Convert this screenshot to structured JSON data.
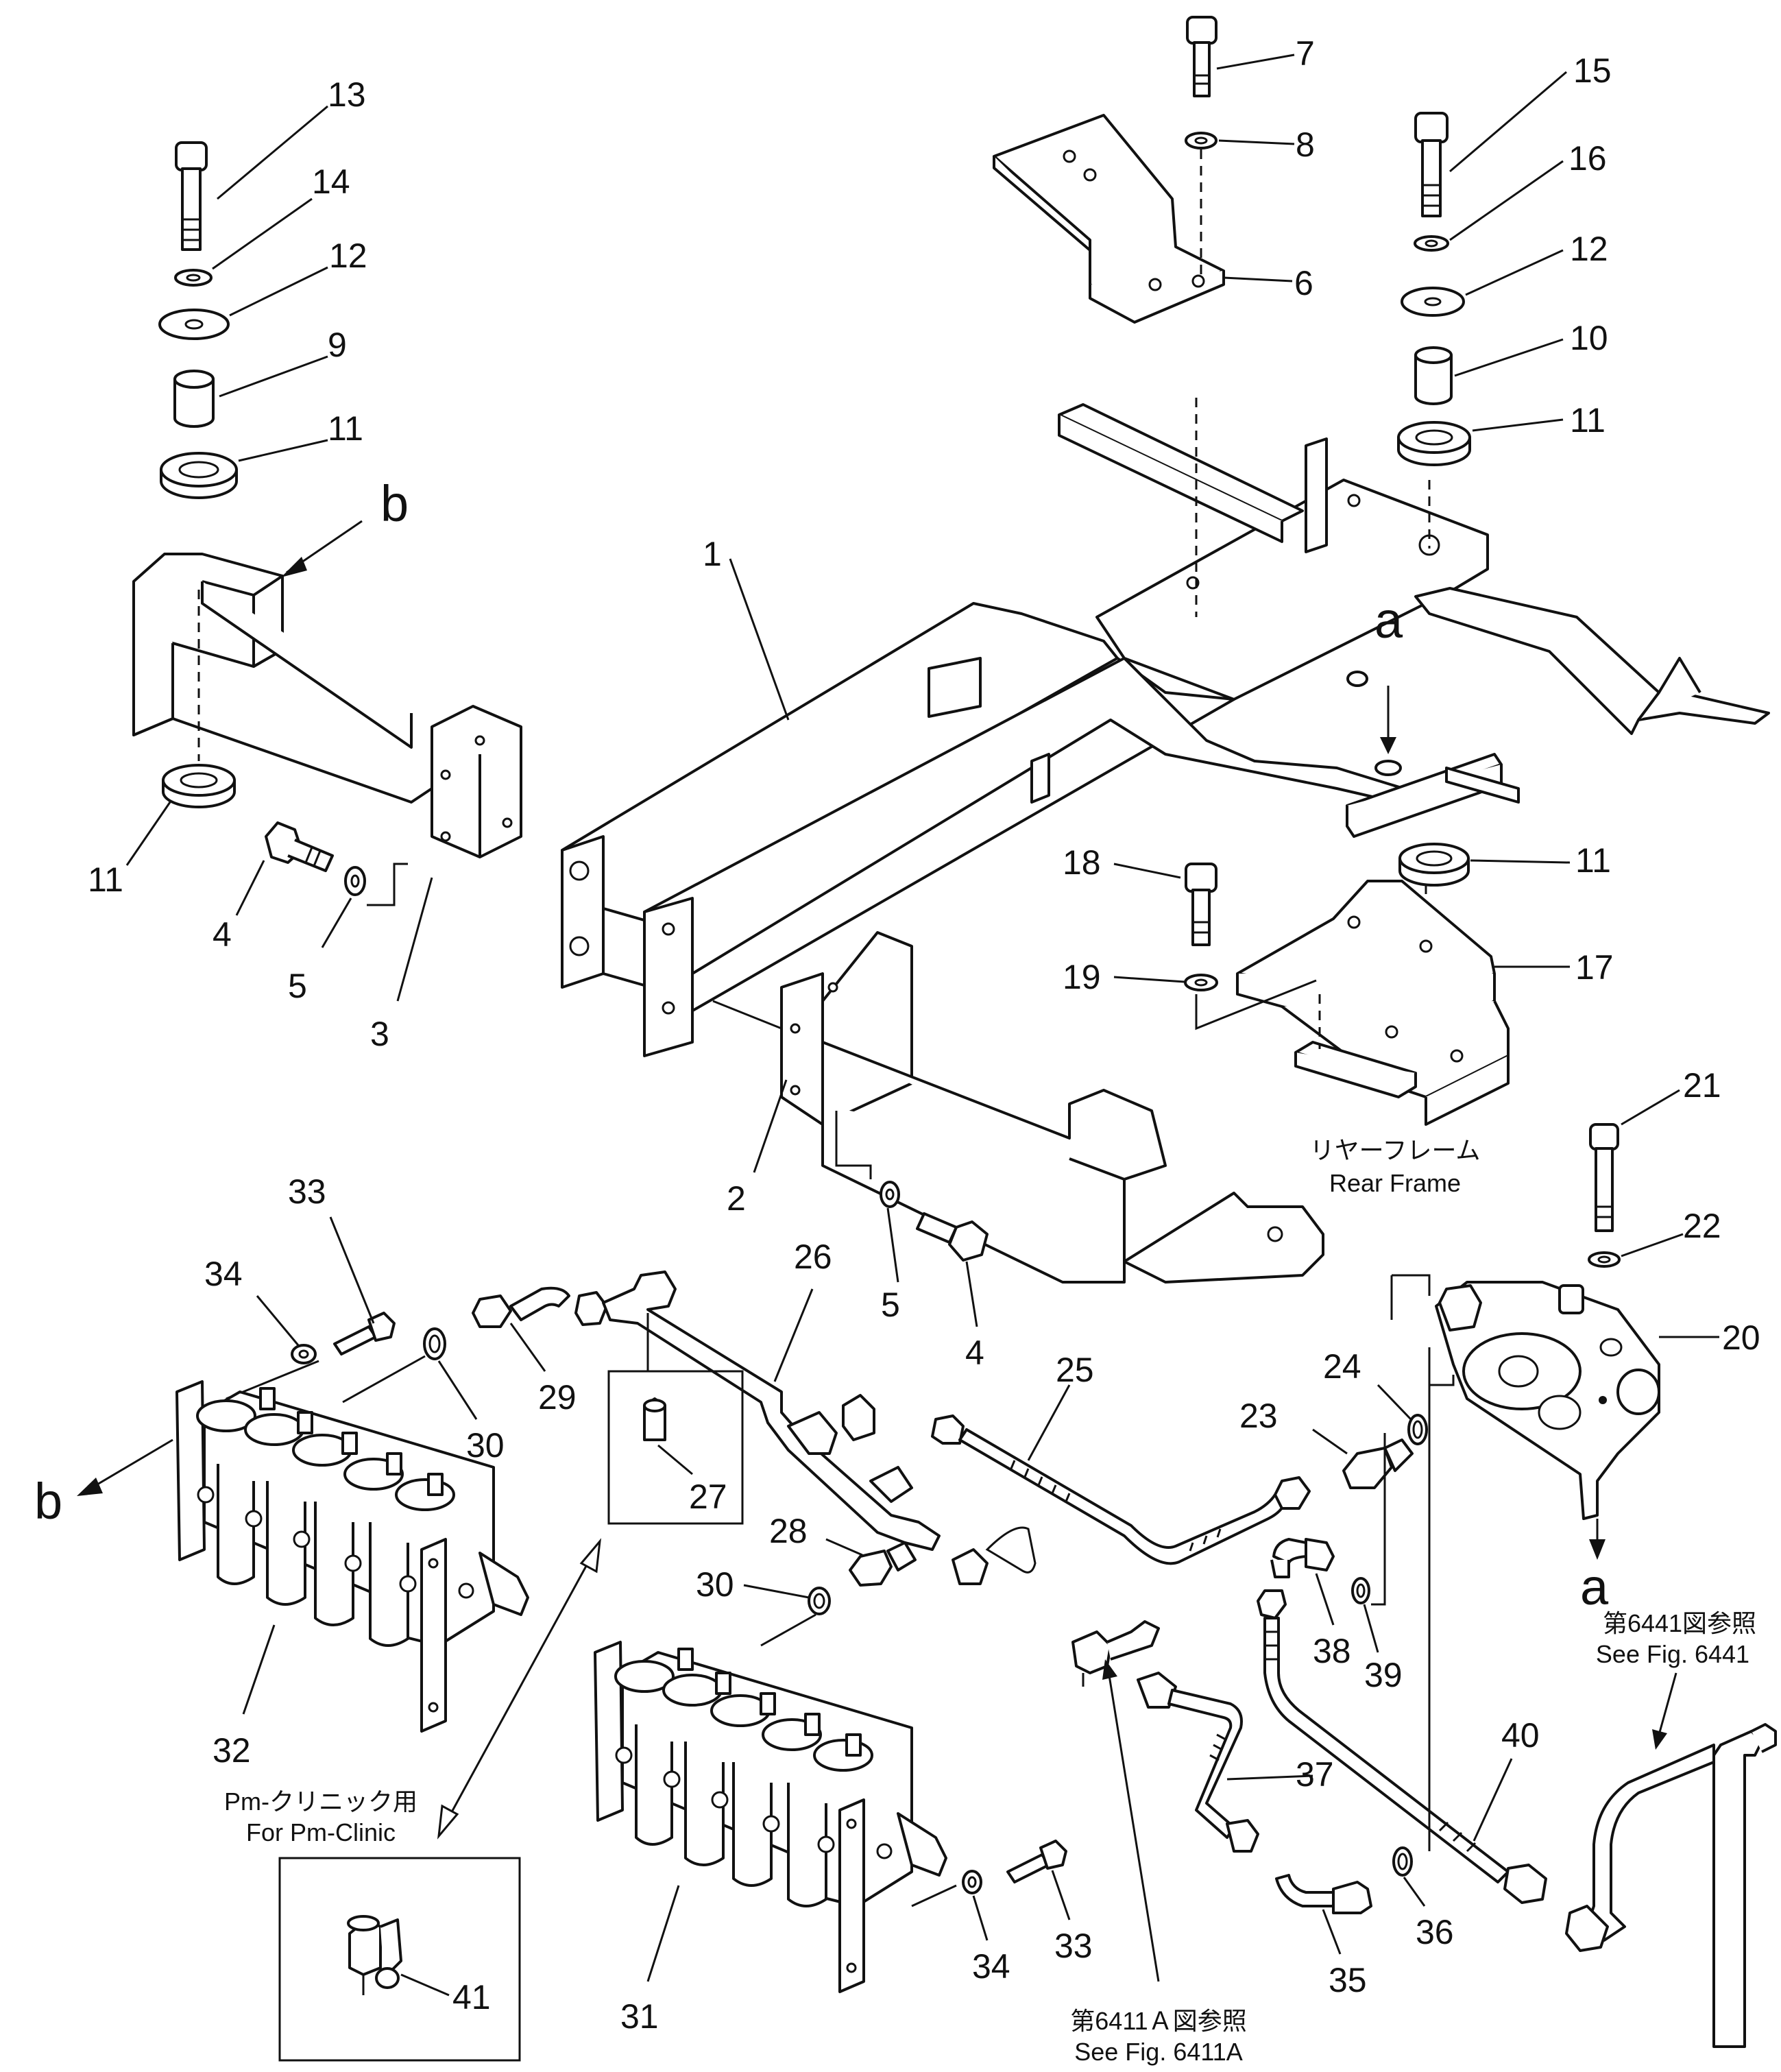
{
  "callouts": {
    "c1": "1",
    "c2": "2",
    "c3": "3",
    "c4a": "4",
    "c4b": "4",
    "c5a": "5",
    "c5b": "5",
    "c6": "6",
    "c7": "7",
    "c8": "8",
    "c9": "9",
    "c10": "10",
    "c11a": "11",
    "c11b": "11",
    "c11c": "11",
    "c11d": "11",
    "c12a": "12",
    "c12b": "12",
    "c13": "13",
    "c14": "14",
    "c15": "15",
    "c16": "16",
    "c17": "17",
    "c18": "18",
    "c19": "19",
    "c20": "20",
    "c21": "21",
    "c22": "22",
    "c23": "23",
    "c24": "24",
    "c25": "25",
    "c26": "26",
    "c27": "27",
    "c28": "28",
    "c29": "29",
    "c30a": "30",
    "c30b": "30",
    "c31": "31",
    "c32": "32",
    "c33a": "33",
    "c33b": "33",
    "c34a": "34",
    "c34b": "34",
    "c35": "35",
    "c36": "36",
    "c37": "37",
    "c38": "38",
    "c39": "39",
    "c40": "40",
    "c41": "41"
  },
  "refs": {
    "b_top": "b",
    "b_bottom": "b",
    "a_top": "a",
    "a_bottom": "a"
  },
  "notes": {
    "rear_frame_jp": "リヤーフレーム",
    "rear_frame_en": "Rear Frame",
    "fig6441_jp": "第6441図参照",
    "fig6441_en": "See Fig. 6441",
    "pm_clinic_jp": "Pm-クリニック用",
    "pm_clinic_en": "For Pm-Clinic",
    "fig6411a_jp": "第6411Ａ図参照",
    "fig6411a_en": "See Fig. 6411A"
  }
}
